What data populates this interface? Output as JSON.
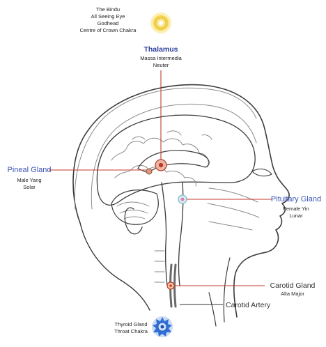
{
  "crown": {
    "lines": [
      "The Bindu",
      "All Seeing Eye",
      "Godhead",
      "Centre of Crown Chakra"
    ]
  },
  "thalamus": {
    "title": "Thalamus",
    "lines": [
      "Massa Intermedia",
      "Neuter"
    ]
  },
  "pineal": {
    "title": "Pineal Gland",
    "lines": [
      "Male Yang",
      "Solar"
    ]
  },
  "pituitary": {
    "title": "Pituitary Gland",
    "lines": [
      "Female Yin",
      "Lunar"
    ]
  },
  "carotid_gland": {
    "title": "Carotid Gland",
    "lines": [
      "Alta Major"
    ]
  },
  "carotid_artery": {
    "title": "Carotid Artery"
  },
  "throat": {
    "lines": [
      "Thyroid Gland",
      "Throat Chakra"
    ]
  },
  "colors": {
    "pointer_red": "#c0392b",
    "label_blue": "#3b55b5",
    "crown_yellow": "#f3d34a",
    "throat_blue": "#2f6fd6",
    "sketch": "#3a3a3a"
  }
}
